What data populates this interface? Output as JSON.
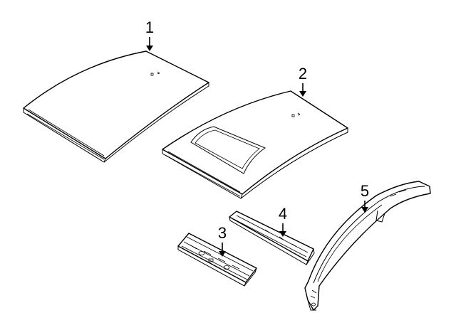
{
  "diagram": {
    "callouts": [
      {
        "id": 1,
        "label": "1"
      },
      {
        "id": 2,
        "label": "2"
      },
      {
        "id": 3,
        "label": "3"
      },
      {
        "id": 4,
        "label": "4"
      },
      {
        "id": 5,
        "label": "5"
      }
    ]
  },
  "colors": {
    "background": "#ffffff",
    "line": "#000000"
  }
}
